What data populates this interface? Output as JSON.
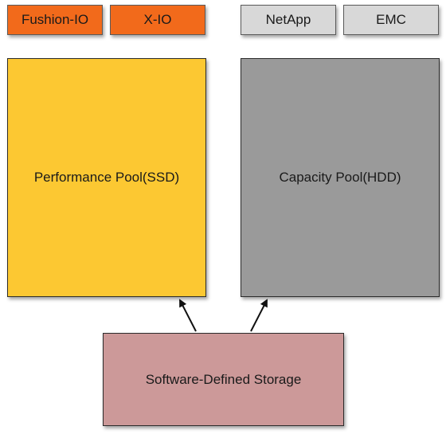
{
  "vendors": {
    "flash": [
      "Fushion-IO",
      "X-IO"
    ],
    "disk": [
      "NetApp",
      "EMC"
    ]
  },
  "pools": {
    "performance": "Performance Pool(SSD)",
    "capacity": "Capacity Pool(HDD)"
  },
  "sds": {
    "label": "Software-Defined Storage"
  },
  "colors": {
    "flash_vendor": "#f26a1b",
    "disk_vendor": "#d8d8d8",
    "performance_pool": "#fcc832",
    "capacity_pool": "#9a9a9a",
    "sds": "#cc9999"
  }
}
